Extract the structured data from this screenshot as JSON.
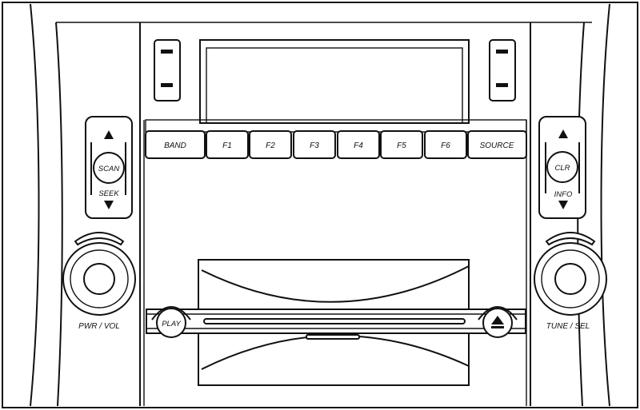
{
  "presets": {
    "band": "BAND",
    "f1": "F1",
    "f2": "F2",
    "f3": "F3",
    "f4": "F4",
    "f5": "F5",
    "f6": "F6",
    "source": "SOURCE"
  },
  "left_rocker": {
    "center": "SCAN",
    "bottom": "SEEK"
  },
  "right_rocker": {
    "center": "CLR",
    "bottom": "INFO"
  },
  "knobs": {
    "left": "PWR / VOL",
    "right": "TUNE / SEL"
  },
  "cd": {
    "play": "PLAY",
    "eject_icon": "eject-icon"
  }
}
